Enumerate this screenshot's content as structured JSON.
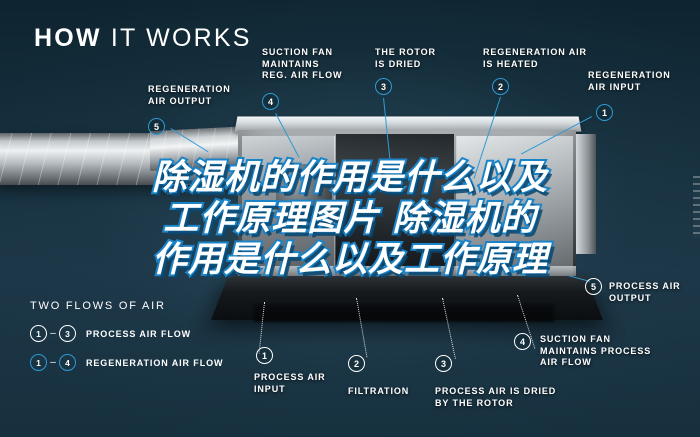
{
  "title": {
    "bold": "HOW",
    "light": "IT WORKS"
  },
  "overlay": {
    "line1": "除湿机的作用是什么以及",
    "line2": "工作原理图片 除湿机的",
    "line3": "作用是什么以及工作原理"
  },
  "callouts": [
    {
      "id": "regeneration-air-output",
      "number": "5",
      "label": "REGENERATION\nAIR OUTPUT",
      "style": "blue"
    },
    {
      "id": "suction-fan-regeneration",
      "number": "4",
      "label": "SUCTION FAN\nMAINTAINS\nREG. AIR FLOW",
      "style": "blue"
    },
    {
      "id": "rotor-is-dried",
      "number": "3",
      "label": "THE ROTOR\nIS DRIED",
      "style": "blue"
    },
    {
      "id": "regeneration-air-heated",
      "number": "2",
      "label": "REGENERATION AIR\nIS HEATED",
      "style": "blue"
    },
    {
      "id": "regeneration-air-input",
      "number": "1",
      "label": "REGENERATION\nAIR INPUT",
      "style": "blue"
    },
    {
      "id": "process-air-output",
      "number": "5",
      "label": "PROCESS AIR\nOUTPUT",
      "style": "white"
    },
    {
      "id": "process-air-input",
      "number": "1",
      "label": "PROCESS AIR\nINPUT",
      "style": "white"
    },
    {
      "id": "filtration",
      "number": "2",
      "label": "FILTRATION",
      "style": "white"
    },
    {
      "id": "process-air-dried",
      "number": "3",
      "label": "PROCESS AIR IS DRIED\nBY THE ROTOR",
      "style": "white"
    },
    {
      "id": "suction-fan-process",
      "number": "4",
      "label": "SUCTION FAN\nMAINTAINS PROCESS\nAIR FLOW",
      "style": "white"
    }
  ],
  "legend": {
    "heading": "TWO FLOWS OF AIR",
    "rows": [
      {
        "from": "1",
        "dash": "–",
        "to": "3",
        "label": "PROCESS AIR FLOW",
        "style": "white"
      },
      {
        "from": "1",
        "dash": "–",
        "to": "4",
        "label": "REGENERATION AIR FLOW",
        "style": "blue"
      }
    ]
  },
  "colors": {
    "background": "#16303e",
    "accent_blue": "#2e9bd6",
    "overlay_stroke": "#1b84c8",
    "text_white": "#ffffff"
  }
}
